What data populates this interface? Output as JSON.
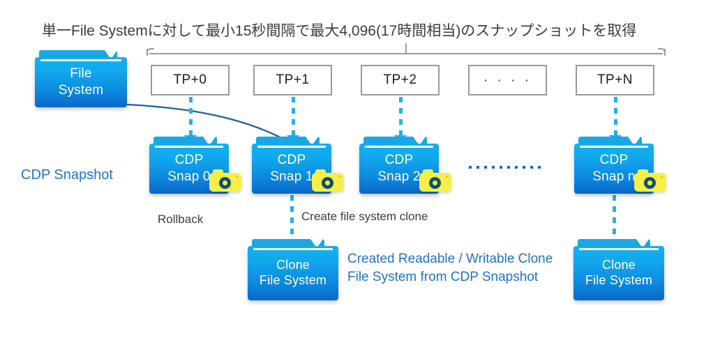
{
  "title": "単一File Systemに対して最小15秒間隔で最大4,096(17時間相当)のスナップショットを取得",
  "colors": {
    "folder_top": "#12b0f0",
    "folder_bottom": "#0a68c9",
    "arrow_cyan": "#21b1ea",
    "accent_blue": "#1f72cd",
    "camera_yellow": "#f7ef48",
    "camera_lens": "#11506e",
    "box_border": "#9a9a9a",
    "text_dark": "#3c3c3c"
  },
  "source": {
    "folder_label_line1": "File",
    "folder_label_line2": "System"
  },
  "timeline": {
    "boxes": [
      {
        "label": "TP+0",
        "is_ellipsis": false
      },
      {
        "label": "TP+1",
        "is_ellipsis": false
      },
      {
        "label": "TP+2",
        "is_ellipsis": false
      },
      {
        "label": "· · · ·",
        "is_ellipsis": true
      },
      {
        "label": "TP+N",
        "is_ellipsis": false
      }
    ]
  },
  "snapshots": {
    "row_label": "CDP Snapshot",
    "items": [
      {
        "line1": "CDP",
        "line2": "Snap 0",
        "icon": "camera-icon"
      },
      {
        "line1": "CDP",
        "line2": "Snap 1",
        "icon": "camera-icon"
      },
      {
        "line1": "CDP",
        "line2": "Snap 2",
        "icon": "camera-icon"
      },
      {
        "line1": "CDP",
        "line2": "Snap n",
        "icon": "camera-icon"
      }
    ]
  },
  "clones": {
    "center": {
      "line1": "Clone",
      "line2": "File System"
    },
    "right": {
      "line1": "Clone",
      "line2": "File System"
    }
  },
  "annotations": {
    "rollback": "Rollback",
    "create_clone": "Create file system clone",
    "clone_description": "Created  Readable / Writable Clone File System from CDP Snapshot"
  }
}
